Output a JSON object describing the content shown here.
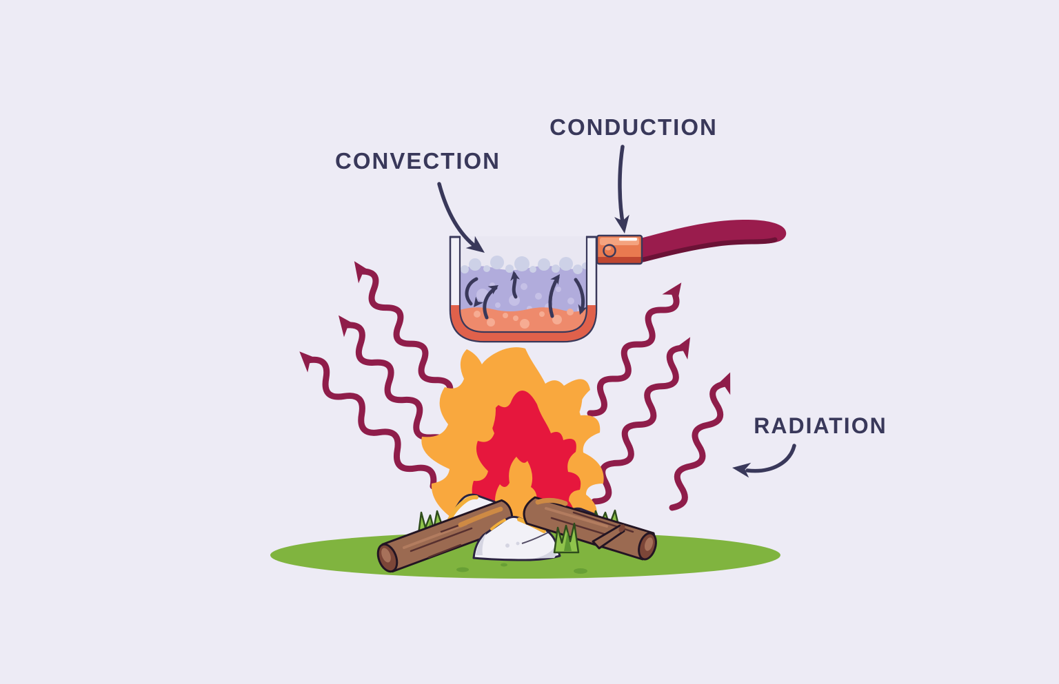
{
  "diagram": {
    "type": "heat-transfer-illustration",
    "labels": {
      "convection": "CONVECTION",
      "conduction": "CONDUCTION",
      "radiation": "RADIATION"
    }
  },
  "colors": {
    "bg": "#EDEBF5",
    "navy": "#39385A",
    "maroon": "#8F1D4A",
    "handle": "#9A1C4D",
    "handleShade": "#6B1236",
    "flameOrange": "#F9A83E",
    "flameRed": "#E6173D",
    "potGlass": "#F1F0F8",
    "potCavity": "#E9E7F2",
    "potOutline": "#39385A",
    "water": "#B1ACDC",
    "waterBubble": "#CDD1E7",
    "waterBubble2": "#C5C0E6",
    "hotLayer": "#EE8A6C",
    "hotBand": "#E0614B",
    "hotBubble": "#F6AC93",
    "bracket": "#E97A50",
    "bracketLight": "#F4A37F",
    "bracketDark": "#BF4630",
    "ground": "#80B43F",
    "groundSpot": "#68A035",
    "grass": "#90C44C",
    "grassDark": "#5F9833",
    "grassOutline": "#2F4D1C",
    "log": "#9B6A51",
    "logCap": "#7C4638",
    "logInner": "#A7715A",
    "logOutline": "#231523",
    "logGrain": "#57302F",
    "logHighlight": "#CE8A44",
    "logStreak": "#B27C5F",
    "stone": "#F2F1F7",
    "stoneShade": "#D5D5E2",
    "stoneRim": "#F2AF3B",
    "stoneOutline": "#2B2340"
  }
}
